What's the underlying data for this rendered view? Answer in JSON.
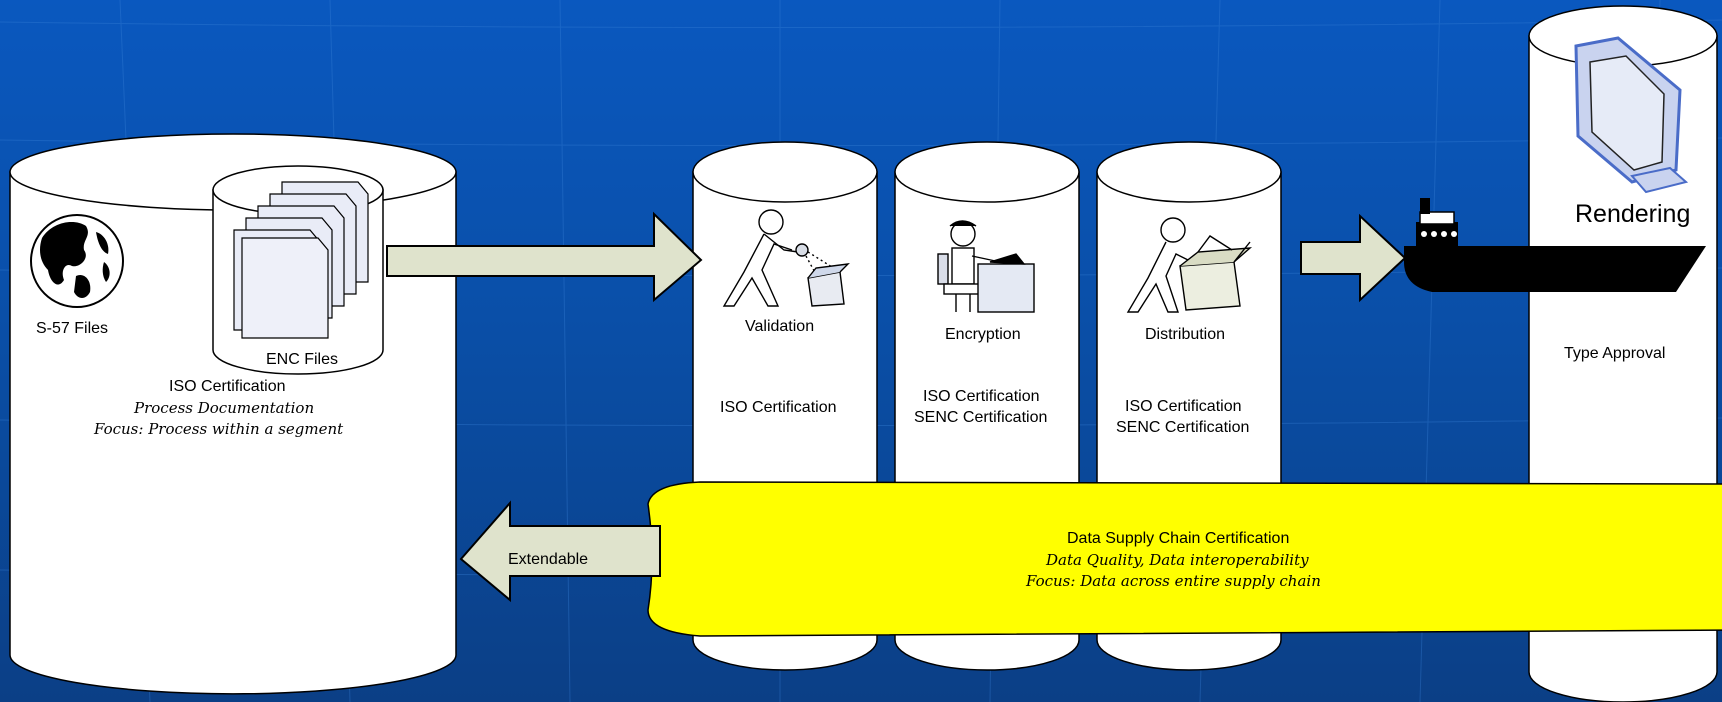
{
  "left_segment": {
    "s57_label": "S-57 Files",
    "enc_label": "ENC Files",
    "certification": "ISO Certification",
    "documentation": "Process Documentation",
    "focus": "Focus: Process within a segment"
  },
  "validation": {
    "label": "Validation",
    "certification": "ISO Certification"
  },
  "encryption": {
    "label": "Encryption",
    "certification_1": "ISO Certification",
    "certification_2": "SENC Certification"
  },
  "distribution": {
    "label": "Distribution",
    "certification_1": "ISO Certification",
    "certification_2": "SENC Certification"
  },
  "rendering": {
    "label": "Rendering",
    "approval": "Type Approval"
  },
  "supply_chain": {
    "title": "Data Supply Chain Certification",
    "subtitle": "Data Quality, Data interoperability",
    "focus": "Focus: Data across entire supply chain"
  },
  "extendable_label": "Extendable",
  "colors": {
    "background": "#0a4fa8",
    "highlight": "#ffff00",
    "arrow_fill": "#dfe3cc"
  }
}
